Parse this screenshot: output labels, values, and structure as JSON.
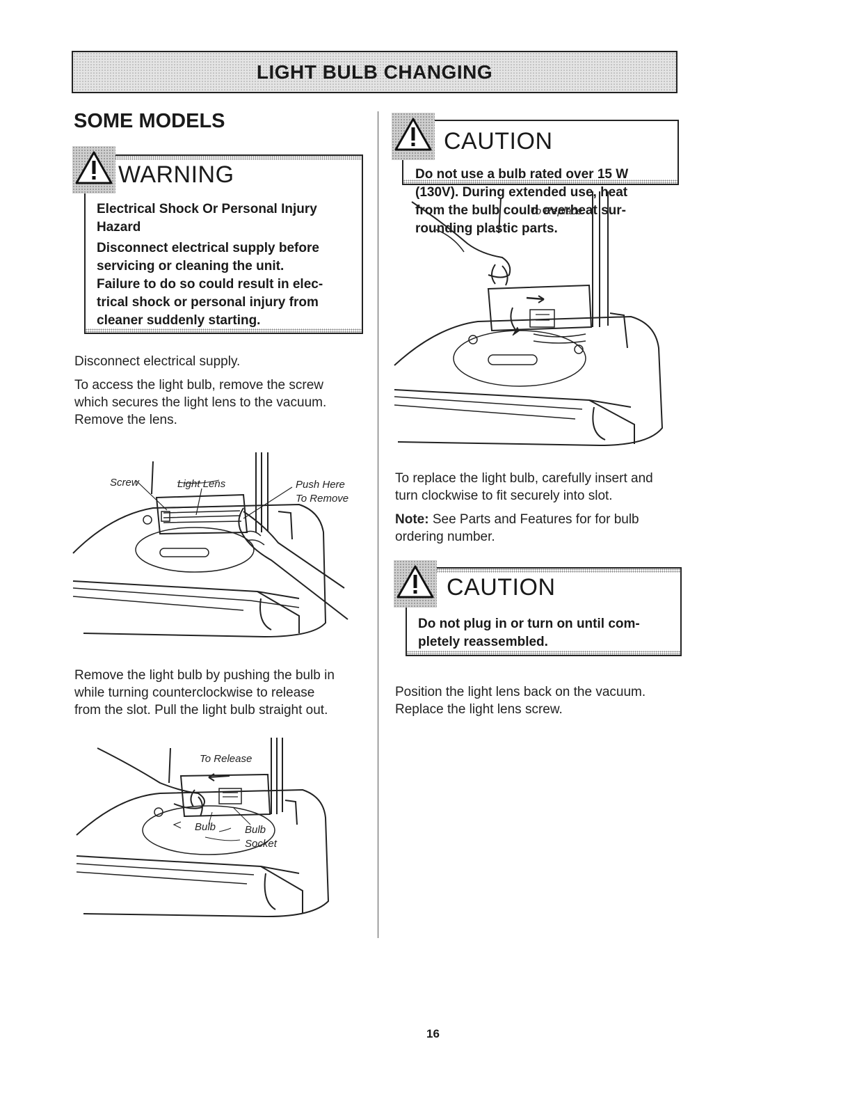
{
  "banner_title": "LIGHT BULB CHANGING",
  "section_heading": "SOME MODELS",
  "warning": {
    "title": "WARNING",
    "lines": [
      "Electrical Shock Or Personal Injury",
      "Hazard",
      "Disconnect electrical supply before",
      "servicing or cleaning the unit.",
      "Failure to do so could result in elec-",
      "trical shock or personal injury from",
      "cleaner suddenly starting."
    ]
  },
  "left_text": {
    "p1": "Disconnect electrical supply.",
    "p2": [
      "To access the light bulb, remove the screw",
      "which secures the light lens to the vacuum.",
      "Remove the lens."
    ],
    "p3": [
      "Remove the light bulb by pushing the bulb in",
      "while turning counterclockwise to release",
      "from the slot.  Pull the light bulb straight out."
    ]
  },
  "figure1_labels": {
    "screw": "Screw",
    "light_lens": "Light Lens",
    "push_here": "Push Here",
    "to_remove": "To Remove"
  },
  "figure2_labels": {
    "to_release": "To Release",
    "bulb": "Bulb",
    "bulb2": "Bulb",
    "socket": "Socket"
  },
  "caution1": {
    "title": "CAUTION",
    "lines": [
      "Do not use a bulb rated over 15 W",
      "(130V).  During extended use, heat",
      "from the bulb could overheat sur-",
      "rounding plastic parts."
    ]
  },
  "figure3_labels": {
    "to_replace": "To Replace"
  },
  "right_text": {
    "p1": [
      "To replace the light bulb, carefully insert and",
      "turn clockwise to fit securely into slot."
    ],
    "note_label": "Note:",
    "note_text": " See Parts and Features for for bulb",
    "note_line2": "ordering number.",
    "p3": [
      "Position the light lens back on the vacuum.",
      "Replace the light lens screw."
    ]
  },
  "caution2": {
    "title": "CAUTION",
    "lines": [
      "Do not plug in or turn on until com-",
      "pletely reassembled."
    ]
  },
  "page_number": "16"
}
